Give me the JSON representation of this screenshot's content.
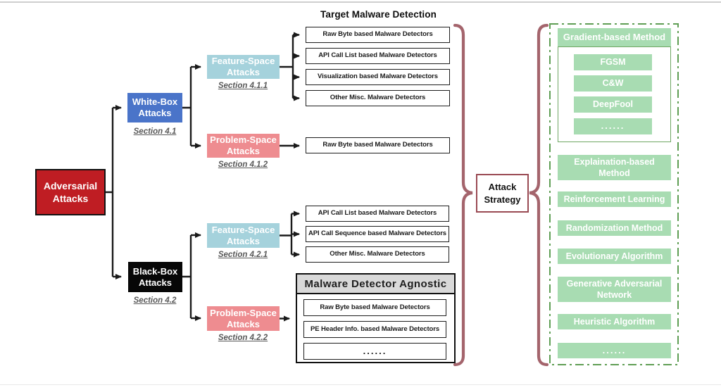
{
  "header": {
    "title": "Target Malware Detection"
  },
  "tree": {
    "root": {
      "label": "Adversarial Attacks"
    },
    "white_box": {
      "label": "White-Box Attacks",
      "section": "Section 4.1"
    },
    "black_box": {
      "label": "Black-Box Attacks",
      "section": "Section 4.2"
    },
    "wb_feature": {
      "label": "Feature-Space Attacks",
      "section": "Section 4.1.1"
    },
    "wb_problem": {
      "label": "Problem-Space Attacks",
      "section": "Section 4.1.2"
    },
    "bb_feature": {
      "label": "Feature-Space Attacks",
      "section": "Section 4.2.1"
    },
    "bb_problem": {
      "label": "Problem-Space Attacks",
      "section": "Section 4.2.2"
    }
  },
  "targets": {
    "wb_feature": [
      "Raw Byte based Malware Detectors",
      "API Call List based Malware Detectors",
      "Visualization based Malware Detectors",
      "Other Misc. Malware Detectors"
    ],
    "wb_problem": [
      "Raw Byte based Malware Detectors"
    ],
    "bb_feature": [
      "API Call List based Malware Detectors",
      "API Call Sequence based Malware Detectors",
      "Other Misc. Malware Detectors"
    ],
    "agnostic": {
      "title": "Malware Detector Agnostic",
      "items": [
        "Raw Byte based Malware Detectors",
        "PE Header Info. based Malware Detectors",
        "......"
      ]
    }
  },
  "strategy": {
    "label": "Attack Strategy",
    "gradient_group": {
      "title": "Gradient-based Method",
      "items": [
        "FGSM",
        "C&W",
        "DeepFool",
        "......"
      ]
    },
    "methods": [
      "Explaination-based Method",
      "Reinforcement Learning",
      "Randomization Method",
      "Evolutionary Algorithm",
      "Generative Adversarial Network",
      "Heuristic Algorithm",
      "......"
    ]
  },
  "colors": {
    "root_red": "#bf1d23",
    "white_box_blue": "#4a74c9",
    "black_box_black": "#070707",
    "feature_space_blue": "#a5d2dc",
    "problem_space_pink": "#ee8c90",
    "section_text_gray": "#595959",
    "agnostic_header_gray": "#d9d9d9",
    "strategy_border_maroon": "#9a4a53",
    "brace_maroon": "#a4646c",
    "green_fill": "#a8dcb2",
    "green_border": "#5f9e54",
    "connector_black": "#1a1a1a"
  }
}
